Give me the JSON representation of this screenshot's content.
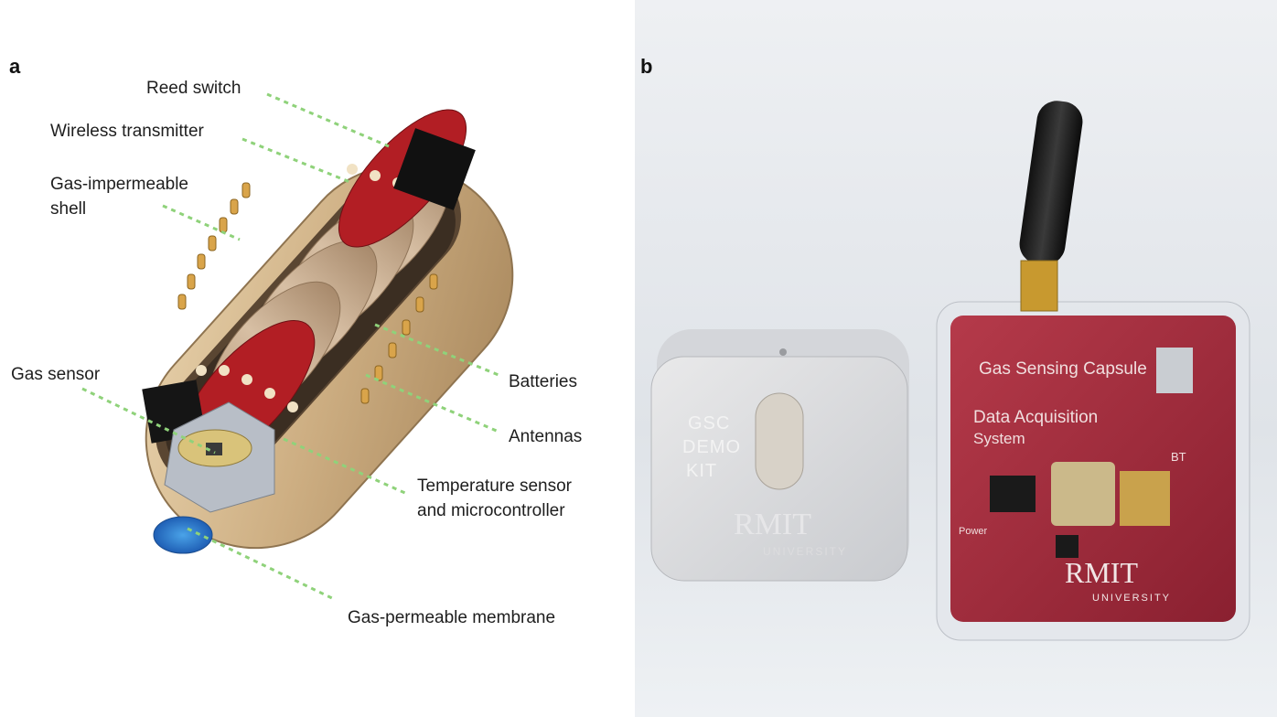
{
  "panel_a": {
    "letter": "a",
    "labels": {
      "reed_switch": "Reed switch",
      "wireless_transmitter": "Wireless transmitter",
      "shell_line1": "Gas-impermeable",
      "shell_line2": "shell",
      "gas_sensor": "Gas sensor",
      "batteries": "Batteries",
      "antennas": "Antennas",
      "temp_line1": "Temperature sensor",
      "temp_line2": "and microcontroller",
      "membrane": "Gas-permeable membrane"
    },
    "colors": {
      "leader": "#8fd27a",
      "shell": "#c9a97a",
      "pcb": "#b21e24"
    }
  },
  "panel_b": {
    "letter": "b",
    "demo_kit": {
      "line1": "GSC",
      "line2": "DEMO",
      "line3": "KIT",
      "brand": "RMIT",
      "brand_sub": "UNIVERSITY"
    },
    "receiver": {
      "line1": "Gas Sensing Capsule",
      "line2": "Data Acquisition",
      "line3": "System",
      "bt": "BT",
      "power": "Power",
      "brand": "RMIT",
      "brand_sub": "UNIVERSITY"
    }
  }
}
